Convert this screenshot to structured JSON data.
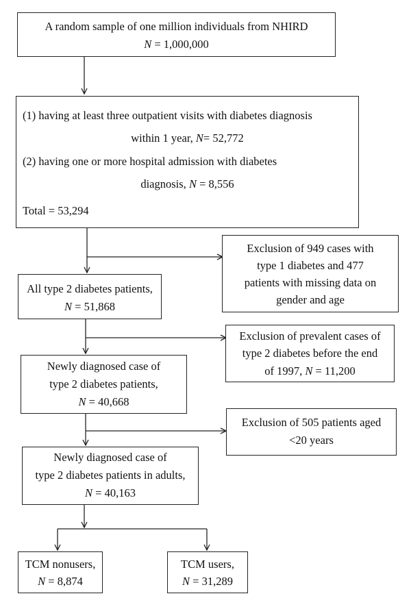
{
  "boxes": {
    "sample": {
      "line1": "A random sample of one million individuals from NHIRD",
      "n_label": "N",
      "n_value": " = 1,000,000"
    },
    "criteria": {
      "c1_line1": "(1) having at least three outpatient visits with diabetes diagnosis",
      "c1_line2_text": "within 1 year, ",
      "c1_n_label": "N",
      "c1_n_value": "= 52,772",
      "c2_line1": "(2) having one or more hospital admission with diabetes",
      "c2_line2_text": "diagnosis, ",
      "c2_n_label": "N",
      "c2_n_value": " = 8,556",
      "total": "Total = 53,294"
    },
    "exclusion1": {
      "line1": "Exclusion of 949 cases with",
      "line2": "type 1 diabetes and 477",
      "line3": "patients with missing data on",
      "line4": "gender and age"
    },
    "type2_all": {
      "line1": "All type 2 diabetes patients,",
      "n_label": "N",
      "n_value": " = 51,868"
    },
    "exclusion2": {
      "line1": "Exclusion of prevalent cases of",
      "line2": "type 2 diabetes before the end",
      "line3_text": "of 1997, ",
      "n_label": "N",
      "n_value": " = 11,200"
    },
    "newly_diagnosed": {
      "line1": "Newly diagnosed case of",
      "line2": "type 2 diabetes patients,",
      "n_label": "N",
      "n_value": " = 40,668"
    },
    "exclusion3": {
      "line1": "Exclusion of 505 patients aged",
      "line2": "<20 years"
    },
    "adults": {
      "line1": "Newly diagnosed case of",
      "line2": "type 2 diabetes patients in adults,",
      "n_label": "N",
      "n_value": " = 40,163"
    },
    "tcm_nonusers": {
      "line1": "TCM nonusers,",
      "n_label": "N",
      "n_value": " = 8,874"
    },
    "tcm_users": {
      "line1": "TCM users,",
      "n_label": "N",
      "n_value": " = 31,289"
    }
  }
}
